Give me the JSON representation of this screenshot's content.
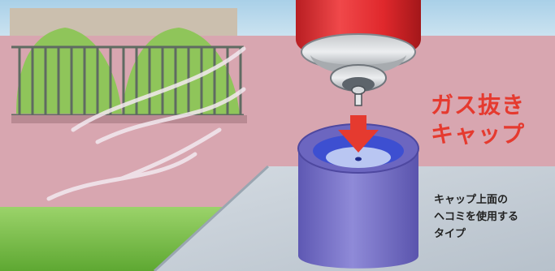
{
  "title_lines": [
    "ガス抜き",
    "キャップ"
  ],
  "description_lines": [
    "キャップ上面の",
    "ヘコミを使用する",
    "タイプ"
  ],
  "colors": {
    "sky": "#b9d9ec",
    "wall": "#d8a6b0",
    "ground": "#c9d3dc",
    "grass": "#7cc24a",
    "can_red": "#e0282c",
    "cap_blue": "#7a74c9",
    "arrow_red": "#e53a2f",
    "title_red": "#e53a2f"
  },
  "icons": {
    "spray_can": "spray-can-nozzle-icon",
    "arrow": "down-arrow-icon",
    "cap": "gas-release-cap-icon"
  }
}
